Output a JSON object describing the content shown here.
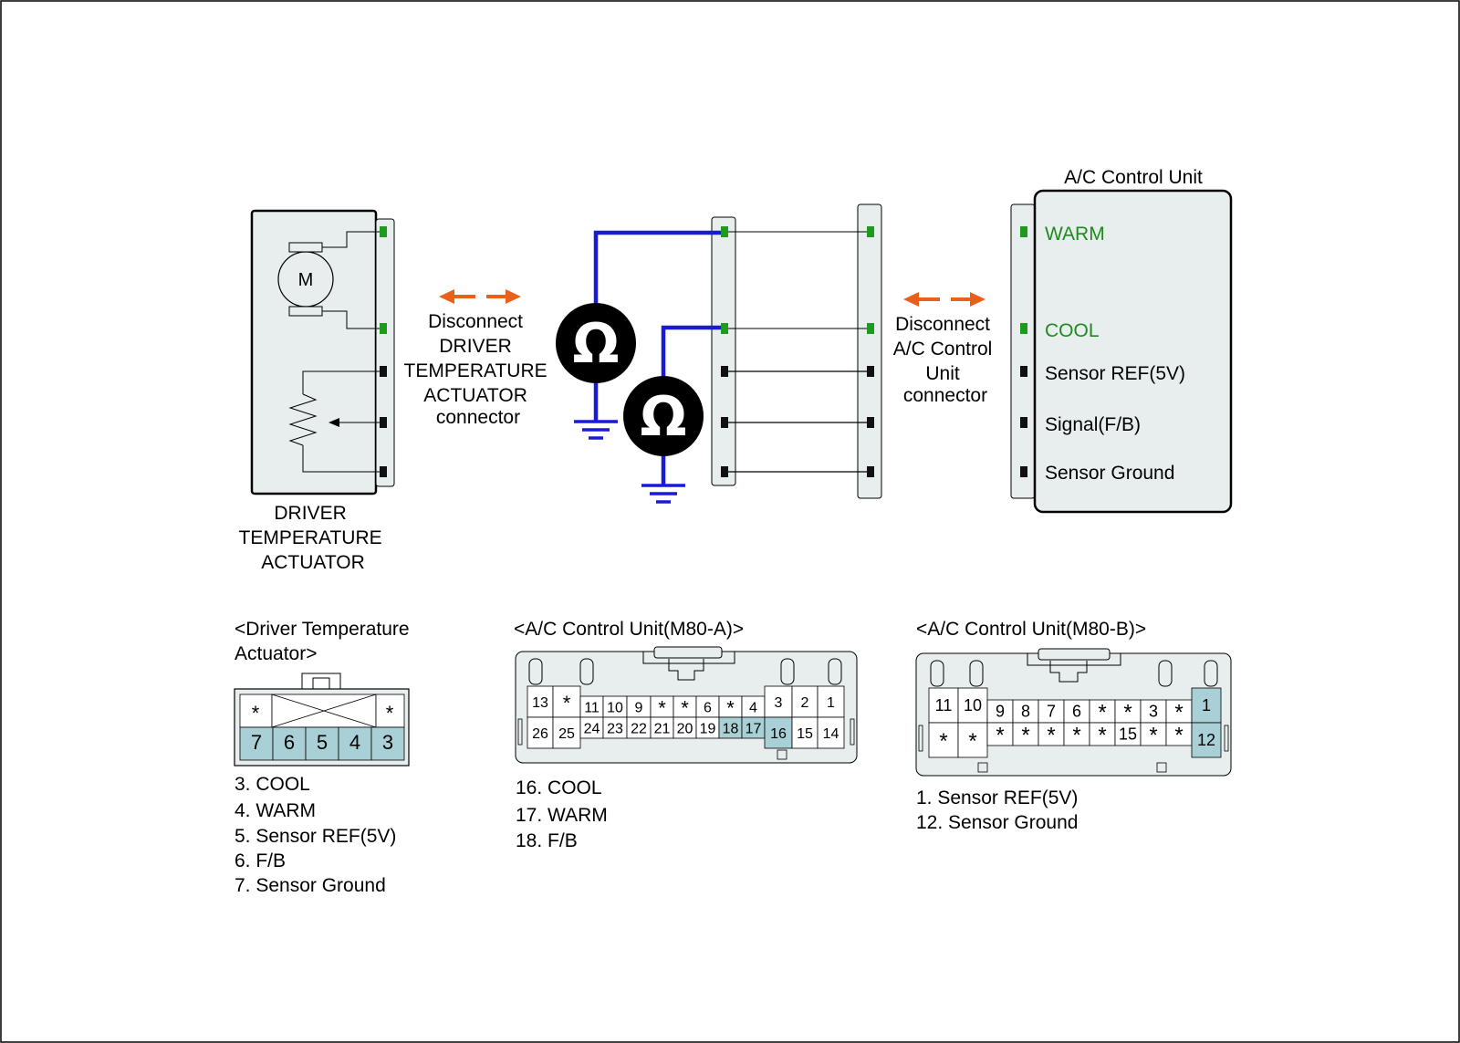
{
  "colors": {
    "box_fill": "#e8eeee",
    "pin_highlight": "#a9d0d6",
    "terminal_active": "#1f9a1f",
    "terminal_inactive": "#111111",
    "probe_wire": "#1a1ad6",
    "arrow": "#e8601c",
    "pin_label_green": "#1f8a1f"
  },
  "actuator": {
    "motor_label": "M",
    "caption": [
      "DRIVER",
      "TEMPERATURE",
      "ACTUATOR"
    ]
  },
  "instructions": {
    "disconnect_actuator": [
      "Disconnect",
      "DRIVER",
      "TEMPERATURE",
      "ACTUATOR",
      "connector"
    ],
    "disconnect_acu": [
      "Disconnect",
      "A/C Control",
      "Unit",
      "connector"
    ]
  },
  "meter": {
    "symbol": "Ω",
    "icon": "ohmmeter-icon"
  },
  "ac_unit": {
    "title": "A/C Control Unit",
    "terminals": [
      "WARM",
      "COOL",
      "Sensor REF(5V)",
      "Signal(F/B)",
      "Sensor Ground"
    ]
  },
  "connectors": {
    "actuator": {
      "title": [
        "<Driver Temperature",
        "Actuator>"
      ],
      "top_row": [
        "*",
        "*"
      ],
      "bottom_row": [
        "7",
        "6",
        "5",
        "4",
        "3"
      ],
      "legend": [
        {
          "text": "3. COOL",
          "highlight": true
        },
        {
          "text": "4. WARM",
          "highlight": true
        },
        {
          "text": "5. Sensor REF(5V)",
          "highlight": false
        },
        {
          "text": "6. F/B",
          "highlight": false
        },
        {
          "text": "7. Sensor Ground",
          "highlight": false
        }
      ]
    },
    "m80a": {
      "title": "<A/C Control Unit(M80-A)>",
      "top_row": [
        "13",
        "*",
        "11",
        "10",
        "9",
        "*",
        "*",
        "6",
        "*",
        "4",
        "3",
        "2",
        "1"
      ],
      "bottom_row": [
        "26",
        "25",
        "24",
        "23",
        "22",
        "21",
        "20",
        "19",
        "18",
        "17",
        "16",
        "15",
        "14"
      ],
      "highlighted_pins": [
        "16",
        "17",
        "18"
      ],
      "legend": [
        {
          "text": "16. COOL",
          "highlight": true
        },
        {
          "text": "17. WARM",
          "highlight": true
        },
        {
          "text": "18. F/B",
          "highlight": false
        }
      ]
    },
    "m80b": {
      "title": "<A/C Control Unit(M80-B)>",
      "top_row": [
        "11",
        "10",
        "9",
        "8",
        "7",
        "6",
        "*",
        "*",
        "3",
        "*",
        "1"
      ],
      "bottom_row": [
        "*",
        "*",
        "*",
        "*",
        "*",
        "*",
        "*",
        "15",
        "*",
        "*",
        "12"
      ],
      "highlighted_pins": [
        "1",
        "12"
      ],
      "legend": [
        {
          "text": "1. Sensor REF(5V)",
          "highlight": false
        },
        {
          "text": "12. Sensor Ground",
          "highlight": false
        }
      ]
    }
  }
}
